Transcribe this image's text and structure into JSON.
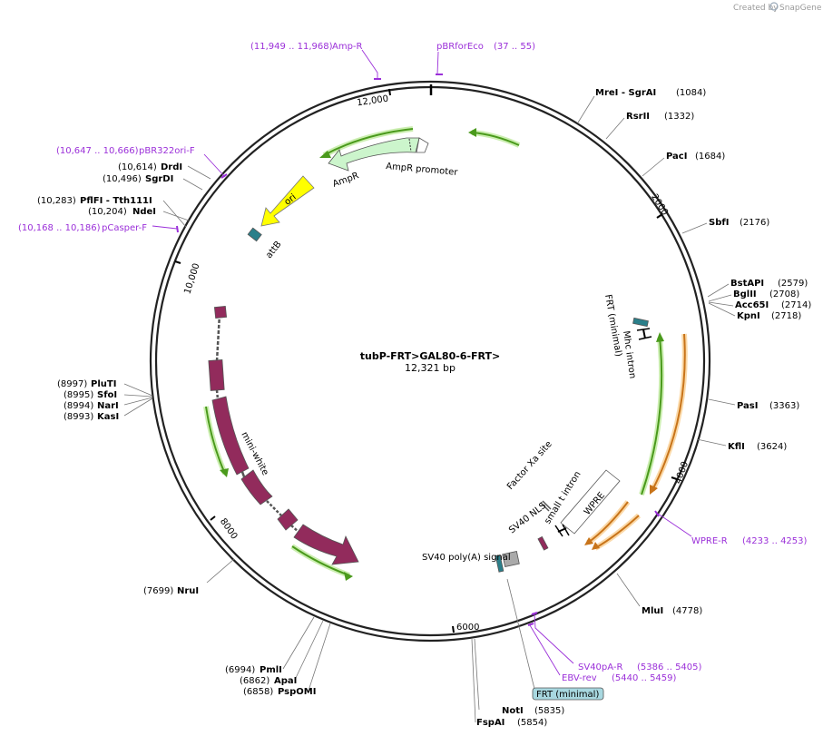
{
  "credit": {
    "label": "Created by",
    "brand": "SnapGene"
  },
  "map": {
    "name": "tubP-FRT>GAL80-6-FRT>",
    "length": "12,321 bp"
  },
  "ticks": [
    "12,000",
    "2000",
    "4000",
    "6000",
    "8000",
    "10,000"
  ],
  "enzymes": [
    {
      "id": "mrei",
      "name": "MreI  - SgrAI",
      "pos": "(1084)"
    },
    {
      "id": "rsrii",
      "name": "RsrII",
      "pos": "(1332)"
    },
    {
      "id": "paci",
      "name": "PacI",
      "pos": "(1684)"
    },
    {
      "id": "sbfi",
      "name": "SbfI",
      "pos": "(2176)"
    },
    {
      "id": "bstapi",
      "name": "BstAPI",
      "pos": "(2579)"
    },
    {
      "id": "bglii",
      "name": "BglII",
      "pos": "(2708)"
    },
    {
      "id": "acc65i",
      "name": "Acc65I",
      "pos": "(2714)"
    },
    {
      "id": "kpni",
      "name": "KpnI",
      "pos": "(2718)"
    },
    {
      "id": "pasi",
      "name": "PasI",
      "pos": "(3363)"
    },
    {
      "id": "kfli",
      "name": "KflI",
      "pos": "(3624)"
    },
    {
      "id": "mlui",
      "name": "MluI",
      "pos": "(4778)"
    },
    {
      "id": "noti",
      "name": "NotI",
      "pos": "(5835)"
    },
    {
      "id": "fspai",
      "name": "FspAI",
      "pos": "(5854)"
    },
    {
      "id": "pmli",
      "name": "PmlI",
      "pos": "(6994)"
    },
    {
      "id": "apai",
      "name": "ApaI",
      "pos": "(6862)"
    },
    {
      "id": "pspomi",
      "name": "PspOMI",
      "pos": "(6858)"
    },
    {
      "id": "nrui",
      "name": "NruI",
      "pos": "(7699)"
    },
    {
      "id": "pluti",
      "name": "PluTI",
      "pos": "(8997)"
    },
    {
      "id": "sfoi",
      "name": "SfoI",
      "pos": "(8995)"
    },
    {
      "id": "nari",
      "name": "NarI",
      "pos": "(8994)"
    },
    {
      "id": "kasi",
      "name": "KasI",
      "pos": "(8993)"
    },
    {
      "id": "ndei",
      "name": "NdeI",
      "pos": "(10,204)"
    },
    {
      "id": "pflfi",
      "name": "PflFI  - Tth111I",
      "pos": "(10,283)"
    },
    {
      "id": "sgrdi",
      "name": "SgrDI",
      "pos": "(10,496)"
    },
    {
      "id": "drdi",
      "name": "DrdI",
      "pos": "(10,614)"
    }
  ],
  "primers": [
    {
      "id": "amp-r",
      "name": "Amp-R",
      "range": "(11,949 .. 11,968)"
    },
    {
      "id": "pbrforeco",
      "name": "pBRforEco",
      "range": "(37 .. 55)"
    },
    {
      "id": "pbr322ori-f",
      "name": "pBR322ori-F",
      "range": "(10,647 .. 10,666)"
    },
    {
      "id": "pcasper-f",
      "name": "pCasper-F",
      "range": "(10,168 .. 10,186)"
    },
    {
      "id": "wpre-r",
      "name": "WPRE-R",
      "range": "(4233 .. 4253)"
    },
    {
      "id": "sv40pa-r",
      "name": "SV40pA-R",
      "range": "(5386 .. 5405)"
    },
    {
      "id": "ebv-rev",
      "name": "EBV-rev",
      "range": "(5440 .. 5459)"
    }
  ],
  "features": {
    "amp_promoter": "AmpR promoter",
    "ampr": "AmpR",
    "ori": "ori",
    "attb": "attB",
    "frt_minimal_top": "FRT (minimal)",
    "mhc_intron": "Mhc intron",
    "factor_xa": "Factor Xa site",
    "small_t_intron": "small t intron",
    "wpre": "WPRE",
    "sv40_nls": "SV40 NLS",
    "sv40_polya": "SV40 poly(A) signal",
    "frt_minimal_bottom": "FRT (minimal)",
    "mini_white": "mini-white"
  },
  "colors": {
    "backbone": "#222222",
    "primer": "#9b30d9",
    "orf_green": "#4a9a1c",
    "orf_orange": "#c8741a",
    "ampr_fill": "#ccf5cc",
    "ori_fill": "#ffff00",
    "attb_fill": "#2a7f8a",
    "mini_white_fill": "#922b5c",
    "frt_label_fill": "#a8d8e0",
    "polya_fill": "#aaaaaa"
  }
}
